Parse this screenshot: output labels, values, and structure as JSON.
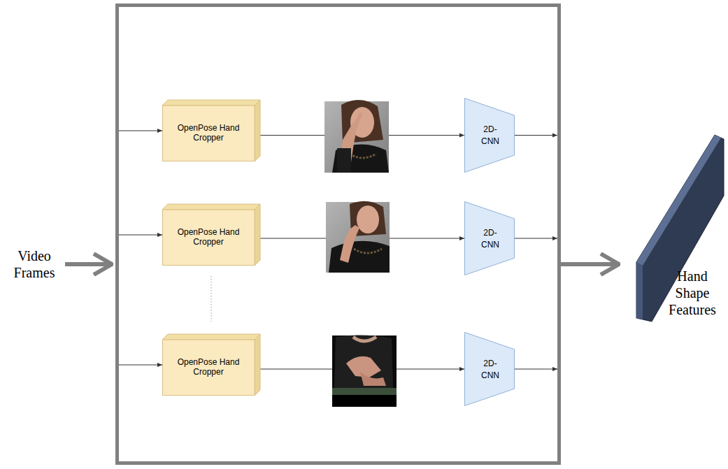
{
  "diagram": {
    "nodes": [
      {
        "text": []
      },
      {
        "text": [
          "OpenPose Hand Cropper"
        ],
        "in": 0
      },
      {
        "text": [
          "OpenPose Hand Cropper"
        ],
        "in": 0
      },
      {
        "text": [
          "OpenPose Hand Cropper"
        ],
        "in": 0
      },
      {
        "text": [
          "2D- CNN"
        ],
        "in": 0
      },
      {
        "text": [
          "2D- CNN"
        ],
        "in": 0
      },
      {
        "text": [
          "2D- CNN"
        ],
        "in": 0
      },
      {
        "text": [
          "Hand Shape Features"
        ]
      }
    ],
    "edges": [
      {
        "from": 0,
        "to": 1,
        "arrow": "to"
      },
      {
        "from": 0,
        "to": 2,
        "arrow": "to"
      },
      {
        "from": 0,
        "to": 3,
        "arrow": "to"
      },
      {
        "from": 1,
        "to": 4,
        "arrow": "to"
      },
      {
        "from": 2,
        "to": 5,
        "arrow": "to"
      },
      {
        "from": 3,
        "to": 6,
        "arrow": "to"
      },
      {
        "from": 4,
        "to": 0,
        "arrow": "to"
      },
      {
        "from": 5,
        "to": 0,
        "arrow": "to"
      },
      {
        "from": 6,
        "to": 0,
        "arrow": "to"
      },
      {
        "from": 0,
        "to": 7,
        "arrow": "to"
      }
    ],
    "labels": [
      "Video Frames"
    ]
  }
}
